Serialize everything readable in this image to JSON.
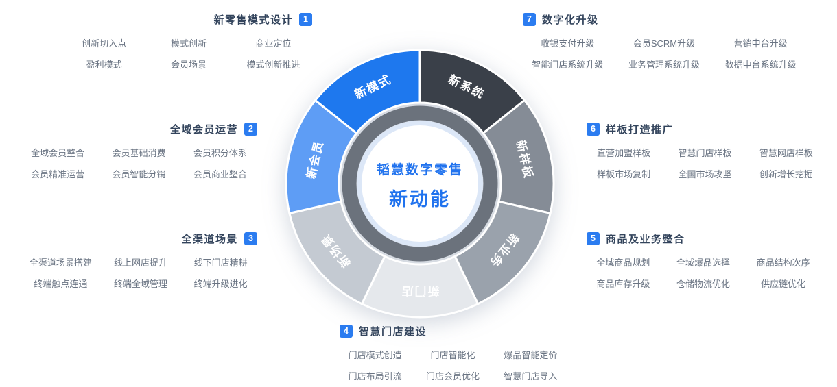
{
  "colors": {
    "accent": "#2b7cf0",
    "title_text": "#33445c",
    "item_text": "#6a7483"
  },
  "center": {
    "title": "韬慧数字零售",
    "subtitle": "新动能",
    "text_color": "#2173ee"
  },
  "wheel": {
    "ring_color": "#6b727c",
    "halo_color": "#dce7f7",
    "segments": [
      {
        "label": "新系统",
        "color": "#3a4049"
      },
      {
        "label": "新样板",
        "color": "#858c96"
      },
      {
        "label": "新业务",
        "color": "#9aa2ac"
      },
      {
        "label": "新门店",
        "color": "#e5e8ec"
      },
      {
        "label": "新场景",
        "color": "#c4cad2"
      },
      {
        "label": "新会员",
        "color": "#5e9df5"
      },
      {
        "label": "新模式",
        "color": "#1e78ee"
      }
    ]
  },
  "sections": [
    {
      "num": "1",
      "title": "新零售模式设计",
      "items": [
        "创新切入点",
        "模式创新",
        "商业定位",
        "盈利模式",
        "会员场景",
        "模式创新推进"
      ]
    },
    {
      "num": "2",
      "title": "全域会员运营",
      "items": [
        "全域会员整合",
        "会员基础消费",
        "会员积分体系",
        "会员精准运营",
        "会员智能分销",
        "会员商业整合"
      ]
    },
    {
      "num": "3",
      "title": "全渠道场景",
      "items": [
        "全渠道场景搭建",
        "线上网店提升",
        "线下门店精耕",
        "终端触点连通",
        "终端全域管理",
        "终端升级进化"
      ]
    },
    {
      "num": "4",
      "title": "智慧门店建设",
      "items": [
        "门店模式创造",
        "门店智能化",
        "爆品智能定价",
        "门店布局引流",
        "门店会员优化",
        "智慧门店导入"
      ]
    },
    {
      "num": "5",
      "title": "商品及业务整合",
      "items": [
        "全域商品规划",
        "全域爆品选择",
        "商品结构次序",
        "商品库存升级",
        "仓储物流优化",
        "供应链优化"
      ]
    },
    {
      "num": "6",
      "title": "样板打造推广",
      "items": [
        "直营加盟样板",
        "智慧门店样板",
        "智慧网店样板",
        "样板市场复制",
        "全国市场攻坚",
        "创新增长挖掘"
      ]
    },
    {
      "num": "7",
      "title": "数字化升级",
      "items": [
        "收银支付升级",
        "会员SCRM升级",
        "营销中台升级",
        "智能门店系统升级",
        "业务管理系统升级",
        "数据中台系统升级"
      ]
    }
  ]
}
